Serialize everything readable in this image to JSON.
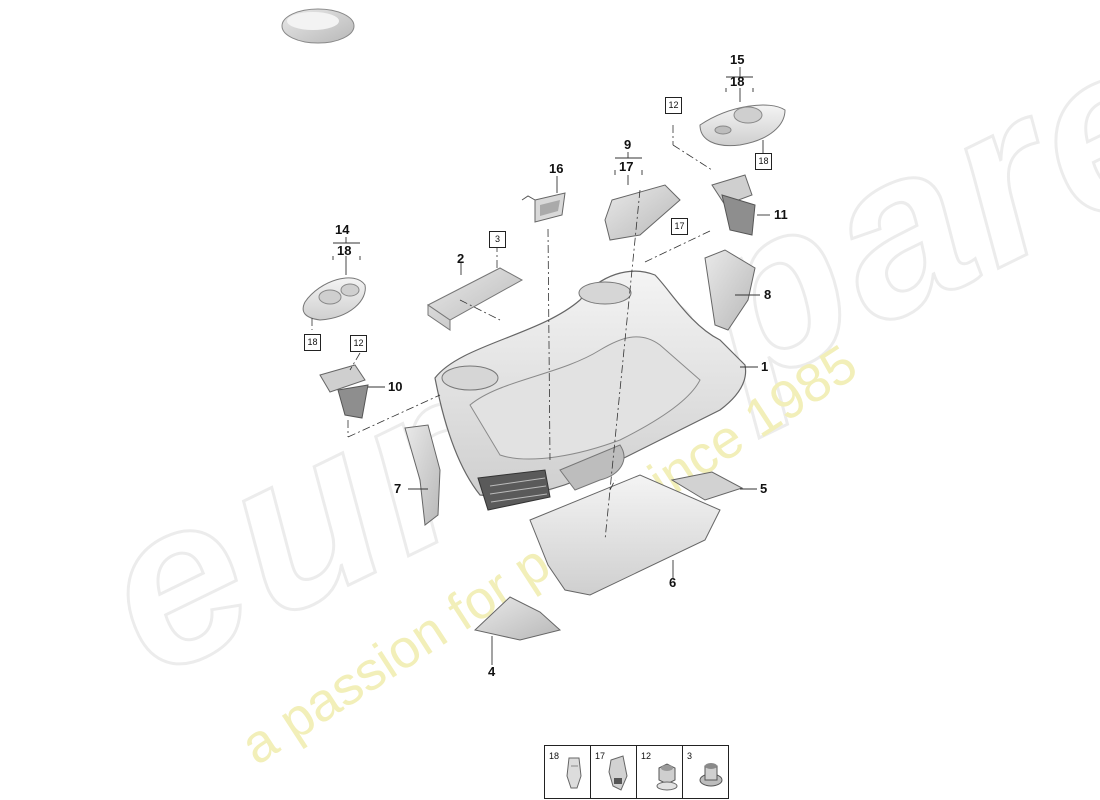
{
  "watermark": {
    "brand": "eurospares",
    "tagline": "a passion for parts since 1985"
  },
  "callouts": {
    "c1": "1",
    "c2": "2",
    "c4": "4",
    "c5": "5",
    "c6": "6",
    "c7": "7",
    "c8": "8",
    "c9": "9",
    "c10": "10",
    "c11": "11",
    "c14": "14",
    "c15": "15",
    "c16": "16",
    "c17a": "17",
    "c18a": "18",
    "c18b": "18"
  },
  "boxed_refs": {
    "b3": "3",
    "b12_top": "12",
    "b12_left": "12",
    "b17": "17",
    "b18_right": "18",
    "b18_left": "18"
  },
  "legend": {
    "items": [
      {
        "num": "18",
        "icon": "clip-icon"
      },
      {
        "num": "17",
        "icon": "clip-nut-icon"
      },
      {
        "num": "12",
        "icon": "hex-nut-icon"
      },
      {
        "num": "3",
        "icon": "rivet-icon"
      }
    ]
  },
  "colors": {
    "part_fill": "#ececec",
    "part_dark": "#9a9a9a",
    "outline": "#555555",
    "tagline": "#f2efb9"
  }
}
